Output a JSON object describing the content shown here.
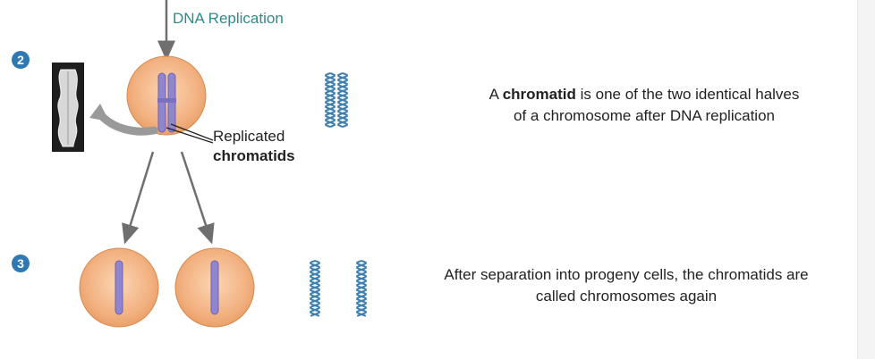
{
  "stage_label": "DNA Replication",
  "step_badges": [
    "2",
    "3"
  ],
  "replicated_label": {
    "line1": "Replicated",
    "line2": "chromatids"
  },
  "description_1": {
    "prefix": "A ",
    "term": "chromatid",
    "rest_line1": " is one of the two identical halves",
    "line2": "of a chromosome after DNA replication"
  },
  "description_2": {
    "line1": "After separation into progeny cells, the chromatids are",
    "line2": "called chromosomes again"
  },
  "colors": {
    "cell_fill": "#f2b07f",
    "cell_stroke": "#d9894f",
    "chromosome": "#8f86cf",
    "dna_helix": "#3f7fae",
    "arrow": "#6f6f6f",
    "stage_label": "#2e8b8b",
    "badge": "#2f79b3"
  }
}
